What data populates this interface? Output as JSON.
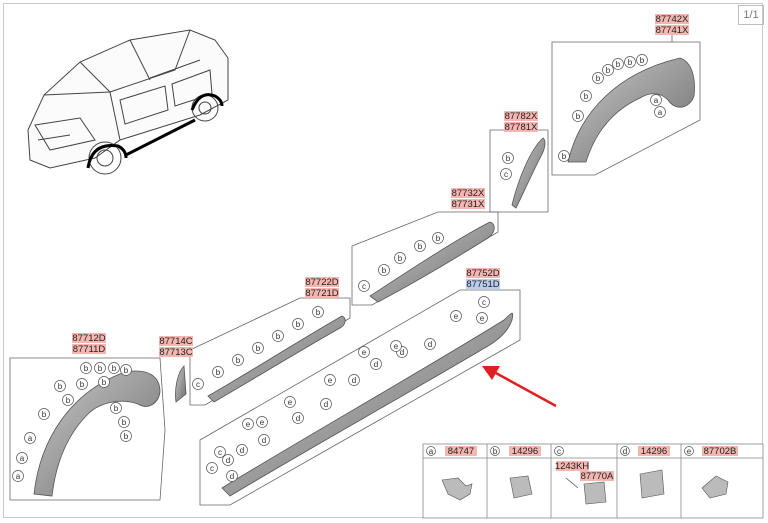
{
  "page_indicator": "1/1",
  "parts": {
    "p87742X": "87742X",
    "p87741X": "87741X",
    "p87782X": "87782X",
    "p87781X": "87781X",
    "p87732X": "87732X",
    "p87731X": "87731X",
    "p87722D": "87722D",
    "p87721D": "87721D",
    "p87752D": "87752D",
    "p87751D": "87751D",
    "p87712D": "87712D",
    "p87711D": "87711D",
    "p87714C": "87714C",
    "p87713C": "87713C"
  },
  "callouts": {
    "a": "a",
    "b": "b",
    "c": "c",
    "d": "d",
    "e": "e"
  },
  "legend": [
    {
      "key": "a",
      "part": "84747"
    },
    {
      "key": "b",
      "part": "14296"
    },
    {
      "key": "c",
      "part": "1243KH",
      "part2": "87770A"
    },
    {
      "key": "d",
      "part": "14296"
    },
    {
      "key": "e",
      "part": "87702B"
    }
  ],
  "colors": {
    "highlight": "#f4b6b0",
    "selected": "#b9cdf0",
    "arrow": "#e02020"
  }
}
